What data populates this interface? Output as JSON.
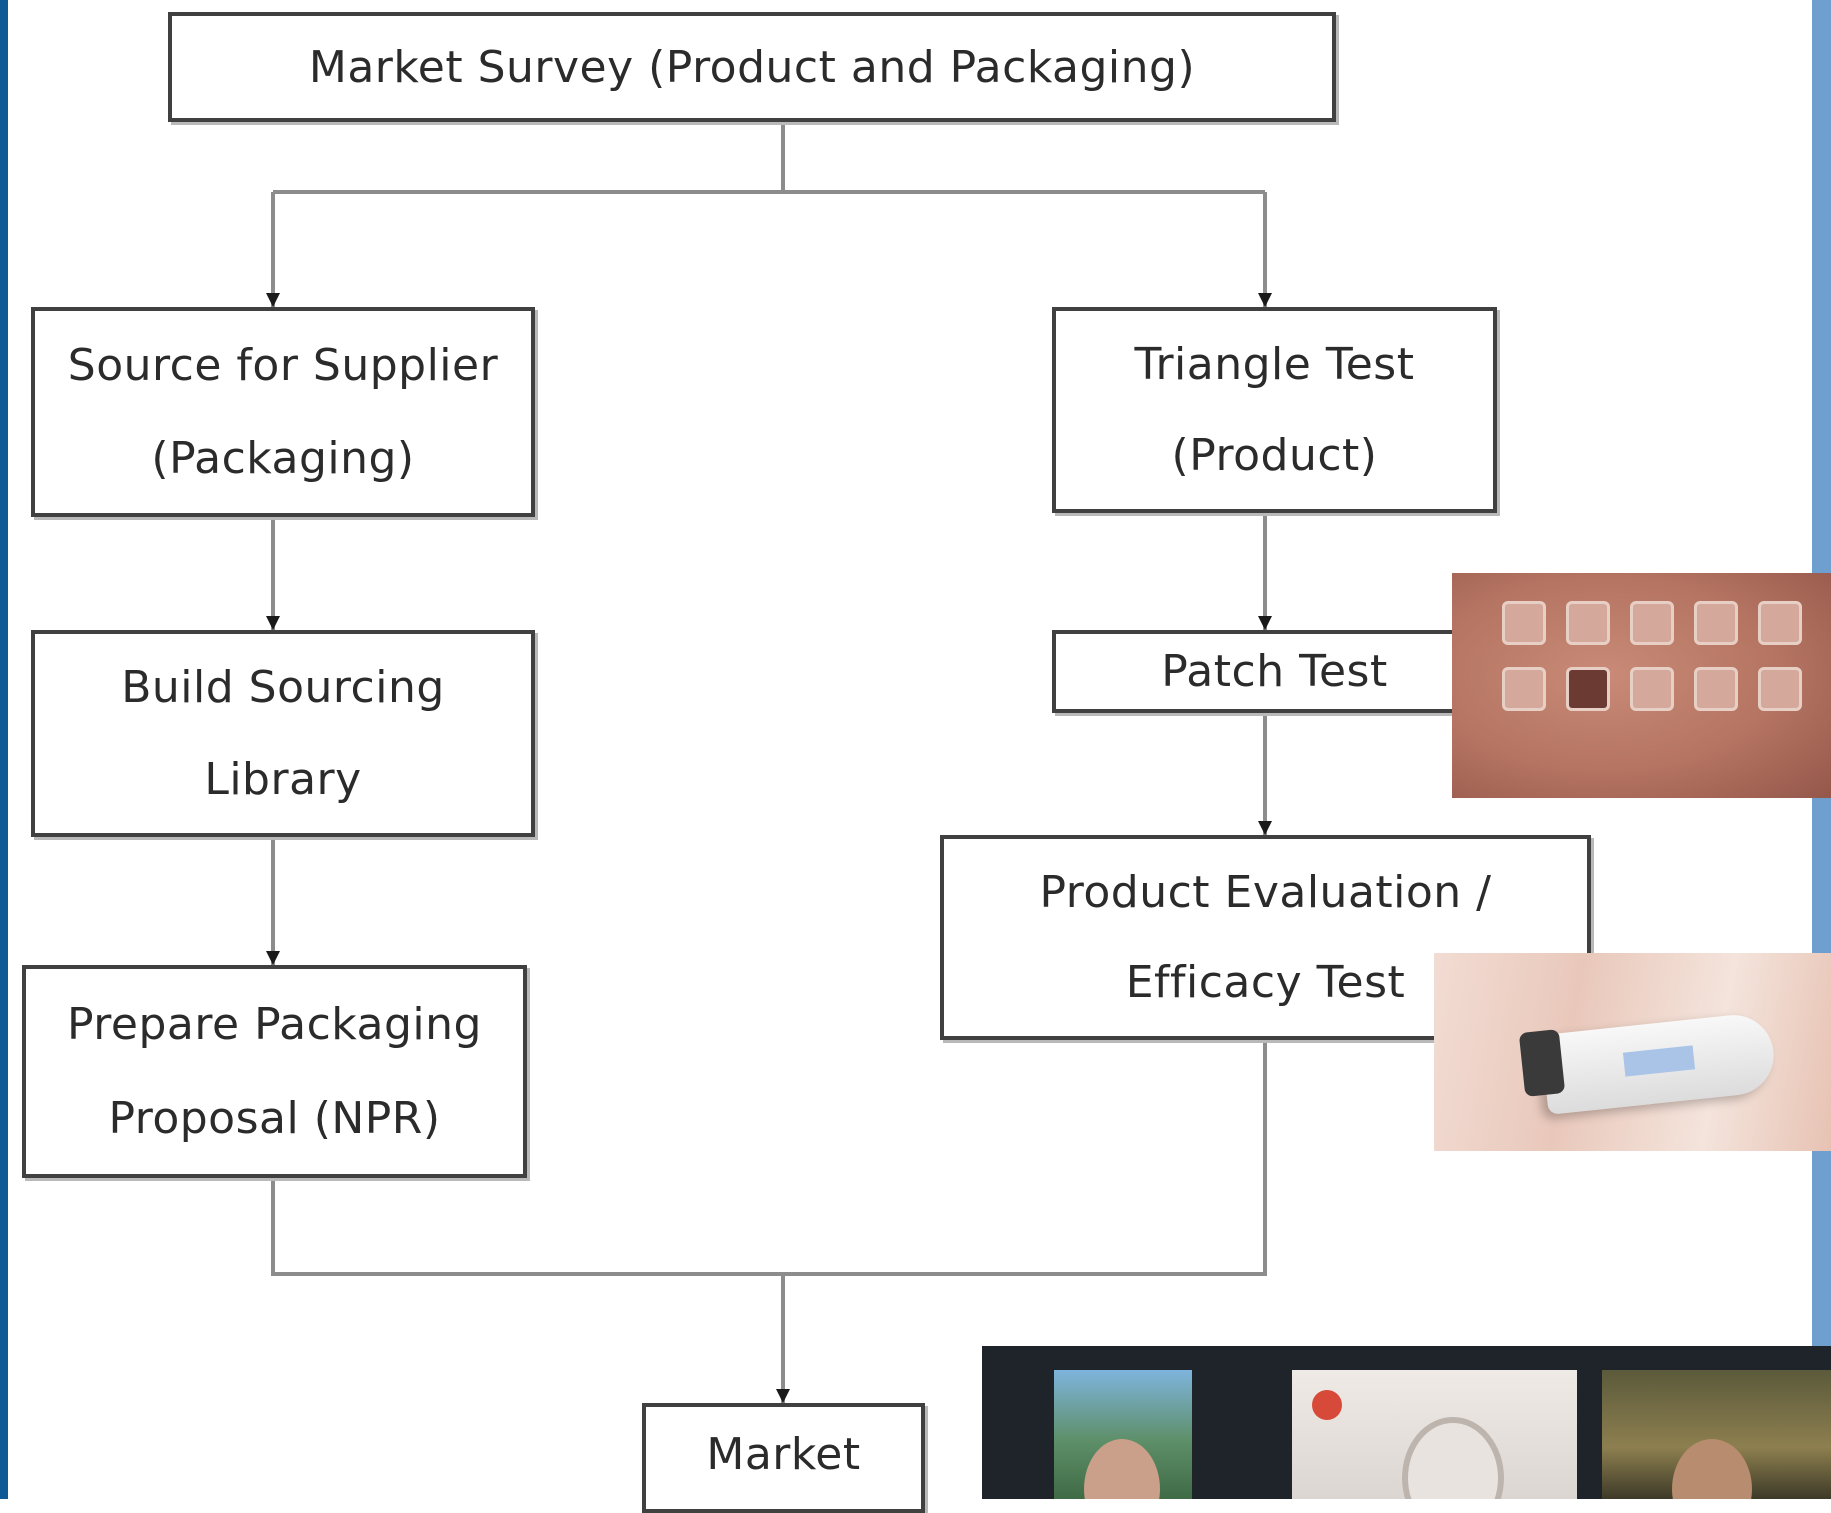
{
  "diagram": {
    "nodes": {
      "market_survey": "Market Survey (Product and Packaging)",
      "source_supplier": [
        "Source for Supplier",
        "(Packaging)"
      ],
      "triangle_test": [
        "Triangle Test",
        "(Product)"
      ],
      "build_sourcing": [
        "Build Sourcing",
        "Library"
      ],
      "patch_test": "Patch Test",
      "prepare_packaging": [
        "Prepare Packaging",
        "Proposal (NPR)"
      ],
      "product_evaluation": [
        "Product Evaluation /",
        "Efficacy Test"
      ],
      "market": "Market"
    },
    "colors": {
      "box_border": "#404040",
      "connector": "#8c8c8c",
      "arrowhead": "#1a1a1a",
      "left_edge": "#0e5a96",
      "right_edge": "#6f9fcf"
    }
  }
}
